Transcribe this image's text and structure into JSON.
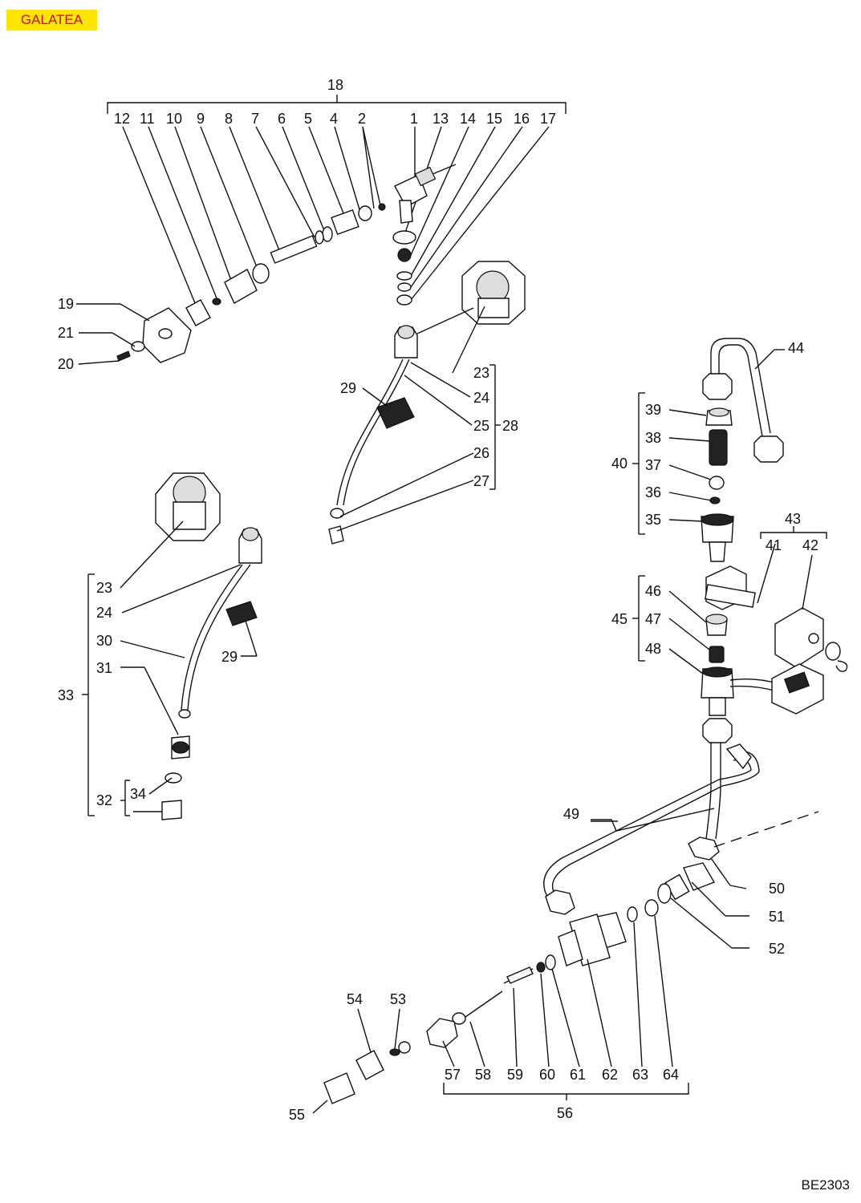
{
  "header": {
    "brand_label": "GALATEA"
  },
  "footer": {
    "drawing_code": "BE2303"
  },
  "callouts": {
    "c1": "1",
    "c2": "2",
    "c4": "4",
    "c5": "5",
    "c6": "6",
    "c7": "7",
    "c8": "8",
    "c9": "9",
    "c10": "10",
    "c11": "11",
    "c12": "12",
    "c13": "13",
    "c14": "14",
    "c15": "15",
    "c16": "16",
    "c17": "17",
    "c18": "18",
    "c19": "19",
    "c20": "20",
    "c21": "21",
    "c23": "23",
    "c24": "24",
    "c25": "25",
    "c26": "26",
    "c27": "27",
    "c28": "28",
    "c29": "29",
    "c30": "30",
    "c31": "31",
    "c32": "32",
    "c33": "33",
    "c34": "34",
    "c35": "35",
    "c36": "36",
    "c37": "37",
    "c38": "38",
    "c39": "39",
    "c40": "40",
    "c41": "41",
    "c42": "42",
    "c43": "43",
    "c44": "44",
    "c45": "45",
    "c46": "46",
    "c47": "47",
    "c48": "48",
    "c49": "49",
    "c50": "50",
    "c51": "51",
    "c52": "52",
    "c53": "53",
    "c54": "54",
    "c55": "55",
    "c56": "56",
    "c57": "57",
    "c58": "58",
    "c59": "59",
    "c60": "60",
    "c61": "61",
    "c62": "62",
    "c63": "63",
    "c64": "64"
  },
  "colors": {
    "badge_bg": "#FFE600",
    "badge_text": "#C8102E",
    "ink": "#111111"
  }
}
